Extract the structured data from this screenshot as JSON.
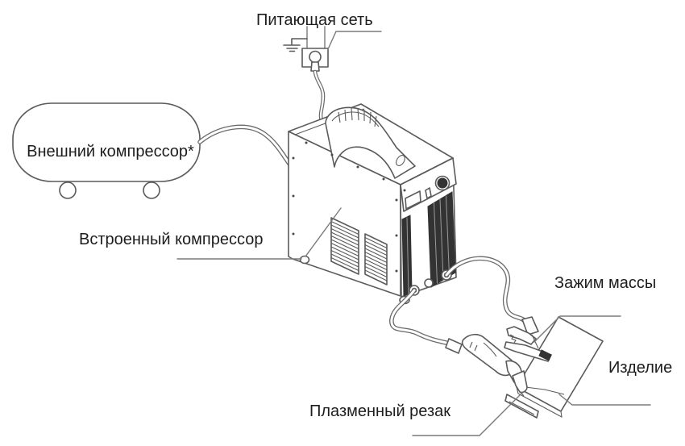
{
  "labels": {
    "power_supply": "Питающая сеть",
    "external_compressor": "Внешний компрессор*",
    "built_in_compressor": "Встроенный компрессор",
    "ground_clamp": "Зажим массы",
    "workpiece": "Изделие",
    "plasma_torch": "Плазменный резак"
  },
  "colors": {
    "line": "#5a5a5a",
    "leader": "#7a7a7a",
    "text": "#1d1d1d",
    "dark_fill": "#333333",
    "background": "#ffffff"
  }
}
